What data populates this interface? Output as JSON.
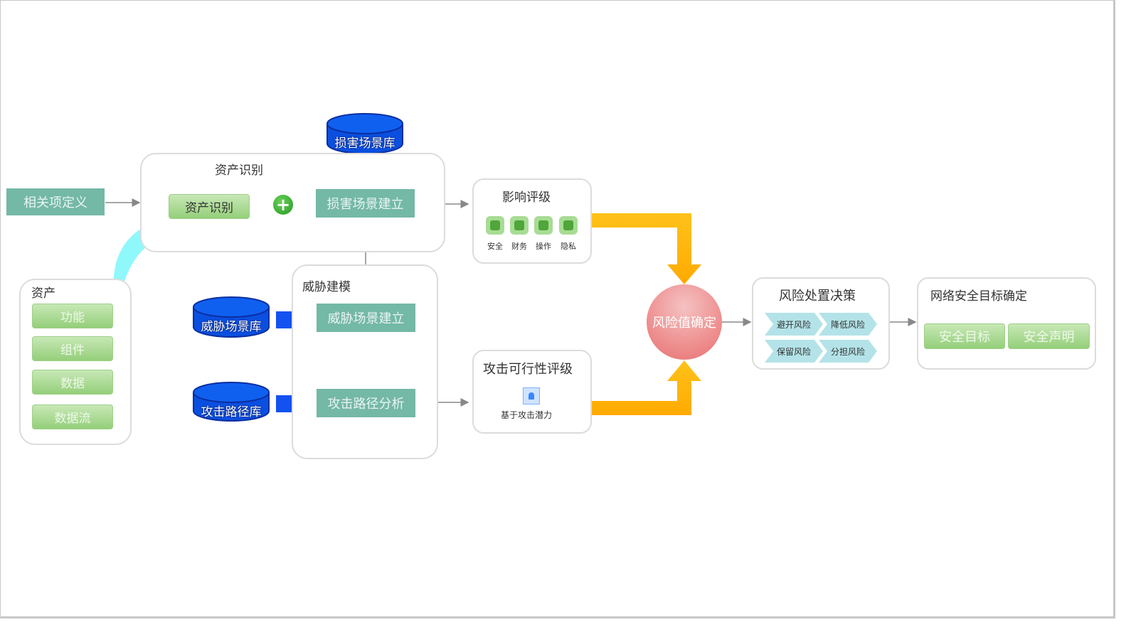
{
  "diagram": {
    "related_item": "相关项定义",
    "asset_identification_group": {
      "title": "资产识别",
      "asset_button": "资产识别",
      "plus_icon": "plus-icon",
      "damage_scenario": "损害场景建立"
    },
    "damage_scenario_db": "损害场景库",
    "assets_group": {
      "title": "资产",
      "items": [
        "功能",
        "组件",
        "数据",
        "数据流"
      ]
    },
    "threat_modeling_group": {
      "title": "威胁建模",
      "threat_scenario": "威胁场景建立",
      "attack_path": "攻击路径分析"
    },
    "threat_scenario_db": "威胁场景库",
    "attack_path_db": "攻击路径库",
    "impact_rating": {
      "title": "影响评级",
      "items": [
        {
          "label": "安全",
          "icon": "safety-icon"
        },
        {
          "label": "财务",
          "icon": "finance-icon"
        },
        {
          "label": "操作",
          "icon": "operation-icon"
        },
        {
          "label": "隐私",
          "icon": "privacy-icon"
        }
      ]
    },
    "attack_feasibility": {
      "title": "攻击可行性评级",
      "icon": "network-icon",
      "subtitle": "基于攻击潜力"
    },
    "risk_value": "风险值确定",
    "risk_treatment": {
      "title": "风险处置决策",
      "options": [
        "避开风险",
        "降低风险",
        "保留风险",
        "分担风险"
      ]
    },
    "cybersecurity_goals": {
      "title": "网络安全目标确定",
      "items": [
        "安全目标",
        "安全声明"
      ]
    },
    "colors": {
      "teal": "#74b8a6",
      "db_blue": "#0a4fe0",
      "arrow_blue": "#1352f0",
      "orange": "#ffb400",
      "cyan": "#8ff8fb",
      "risk_circle": "#ee8f8f",
      "chevron": "#b3e3e8"
    }
  }
}
